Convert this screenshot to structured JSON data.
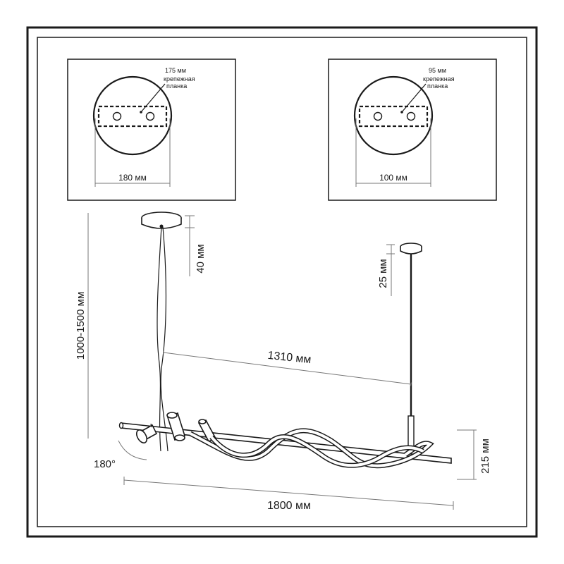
{
  "detail_left": {
    "plate_length": "175 мм",
    "plate_label_line1": "крепежная",
    "plate_label_line2": "планка",
    "diameter": "180 мм"
  },
  "detail_right": {
    "plate_length": "95 мм",
    "plate_label_line1": "крепежная",
    "plate_label_line2": "планка",
    "diameter": "100 мм"
  },
  "main": {
    "total_height": "1000-1500 мм",
    "left_canopy_height": "40 мм",
    "right_canopy_height": "25 мм",
    "suspension_spacing": "1310 мм",
    "spot_rotation": "180°",
    "fixture_height": "215 мм",
    "total_length": "1800 мм"
  }
}
